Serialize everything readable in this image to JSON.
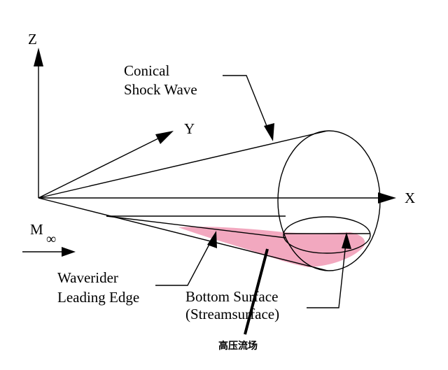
{
  "axes": {
    "z_label": "Z",
    "y_label": "Y",
    "x_label": "X"
  },
  "labels": {
    "conical_shock_wave_line1": "Conical",
    "conical_shock_wave_line2": "Shock Wave",
    "mach_symbol": "M",
    "mach_subscript": "∞",
    "waverider_line1": "Waverider",
    "waverider_line2": "Leading Edge",
    "bottom_surface_line1": "Bottom Surface",
    "bottom_surface_line2": "(Streamsurface)",
    "high_pressure_flow": "高压流场"
  },
  "colors": {
    "high_pressure_fill": "#f2a8bf",
    "line": "#000000"
  }
}
